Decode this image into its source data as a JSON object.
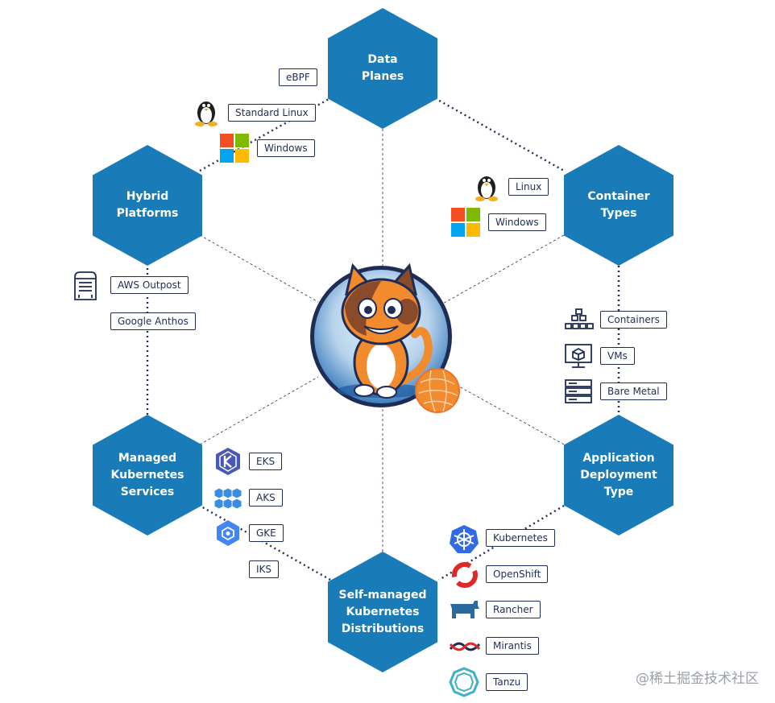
{
  "hexagons": {
    "data_planes": "Data\nPlanes",
    "container_types": "Container\nTypes",
    "app_deployment": "Application\nDeployment\nType",
    "self_managed": "Self-managed\nKubernetes\nDistributions",
    "managed_k8s": "Managed\nKubernetes\nServices",
    "hybrid": "Hybrid\nPlatforms"
  },
  "tags": {
    "ebpf": "eBPF",
    "standard_linux": "Standard Linux",
    "dp_windows": "Windows",
    "ct_linux": "Linux",
    "ct_windows": "Windows",
    "containers": "Containers",
    "vms": "VMs",
    "bare_metal": "Bare Metal",
    "kubernetes": "Kubernetes",
    "openshift": "OpenShift",
    "rancher": "Rancher",
    "mirantis": "Mirantis",
    "tanzu": "Tanzu",
    "eks": "EKS",
    "aks": "AKS",
    "gke": "GKE",
    "iks": "IKS",
    "aws_outpost": "AWS Outpost",
    "google_anthos": "Google Anthos"
  },
  "watermark": "@稀土掘金技术社区",
  "colors": {
    "hex": "#1a7bb9",
    "tag_border": "#1f2d56",
    "line": "#1f2d56",
    "cat_orange": "#f28a2e"
  }
}
